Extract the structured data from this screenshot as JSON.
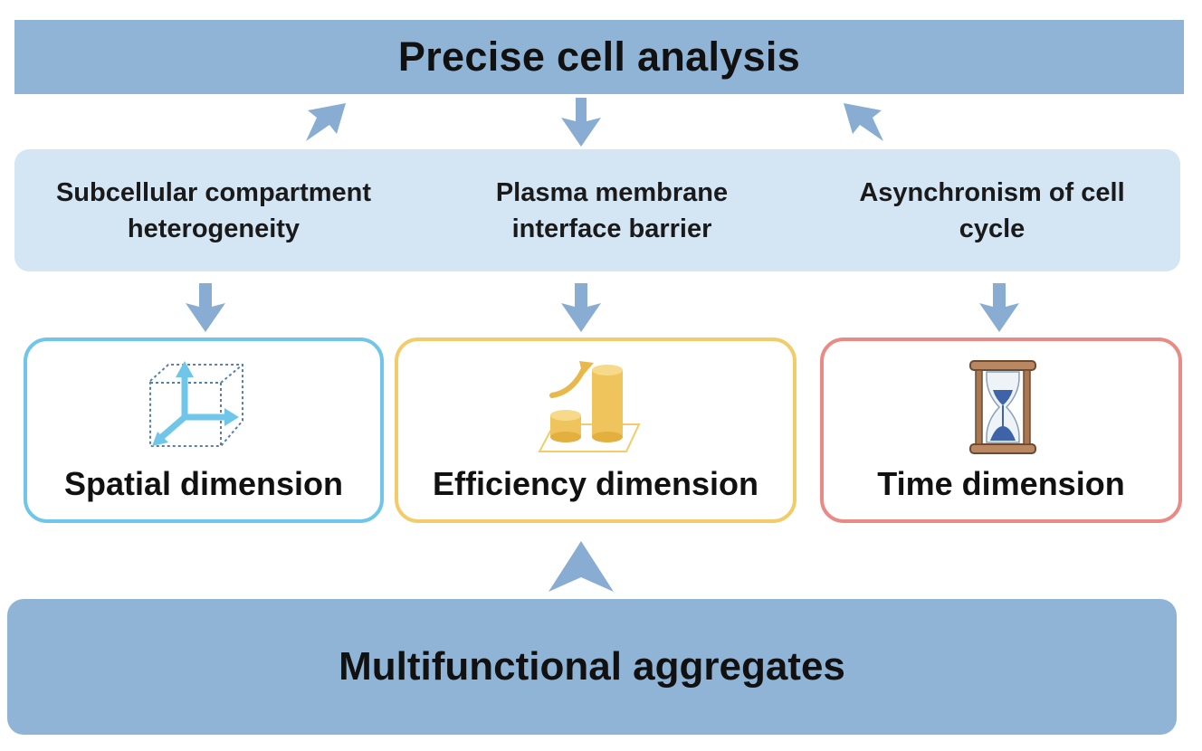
{
  "header": {
    "title": "Precise cell analysis"
  },
  "challenges": [
    {
      "line1": "Subcellular compartment",
      "line2": "heterogeneity"
    },
    {
      "line1": "Plasma membrane",
      "line2": "interface barrier"
    },
    {
      "line1": "Asynchronism of cell",
      "line2": "cycle"
    }
  ],
  "dimensions": [
    {
      "label": "Spatial dimension",
      "icon": "3d-axes-icon",
      "color": "#6fc6e8"
    },
    {
      "label": "Efficiency dimension",
      "icon": "cylinders-icon",
      "color": "#f3cc6a"
    },
    {
      "label": "Time dimension",
      "icon": "hourglass-icon",
      "color": "#e98a86"
    }
  ],
  "footer": {
    "title": "Multifunctional aggregates"
  },
  "colors": {
    "banner": "#8fb4d6",
    "panel": "#d4e5f4",
    "arrow": "#89acd2"
  }
}
